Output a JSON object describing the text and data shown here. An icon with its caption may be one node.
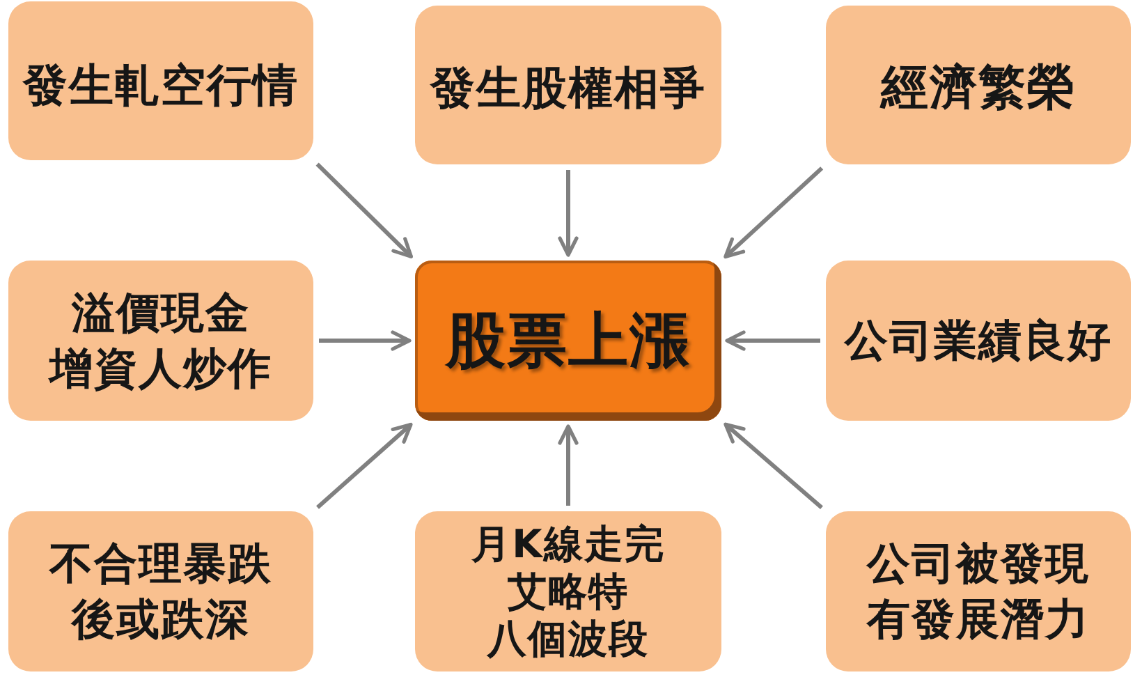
{
  "diagram": {
    "nodes": [
      {
        "text": [
          "發生軋空行情"
        ]
      },
      {
        "text": [
          "發生股權相爭"
        ]
      },
      {
        "text": [
          "經濟繁榮"
        ]
      },
      {
        "text": [
          "溢價現金增資人炒作"
        ]
      },
      {
        "text": [
          "股票上漲"
        ]
      },
      {
        "text": [
          "公司業績良好"
        ]
      },
      {
        "text": [
          "不合理暴跌後或跌深"
        ]
      },
      {
        "text": [
          "月K線走完艾略特八個波段"
        ]
      },
      {
        "text": [
          "公司被發現有發展潛力"
        ]
      }
    ],
    "edges": [
      {
        "from": 0,
        "to": 4,
        "arrow": "to"
      },
      {
        "from": 1,
        "to": 4,
        "arrow": "to"
      },
      {
        "from": 2,
        "to": 4,
        "arrow": "to"
      },
      {
        "from": 3,
        "to": 4,
        "arrow": "to"
      },
      {
        "from": 5,
        "to": 4,
        "arrow": "to"
      },
      {
        "from": 6,
        "to": 4,
        "arrow": "to"
      },
      {
        "from": 7,
        "to": 4,
        "arrow": "to"
      },
      {
        "from": 8,
        "to": 4,
        "arrow": "to"
      }
    ]
  }
}
